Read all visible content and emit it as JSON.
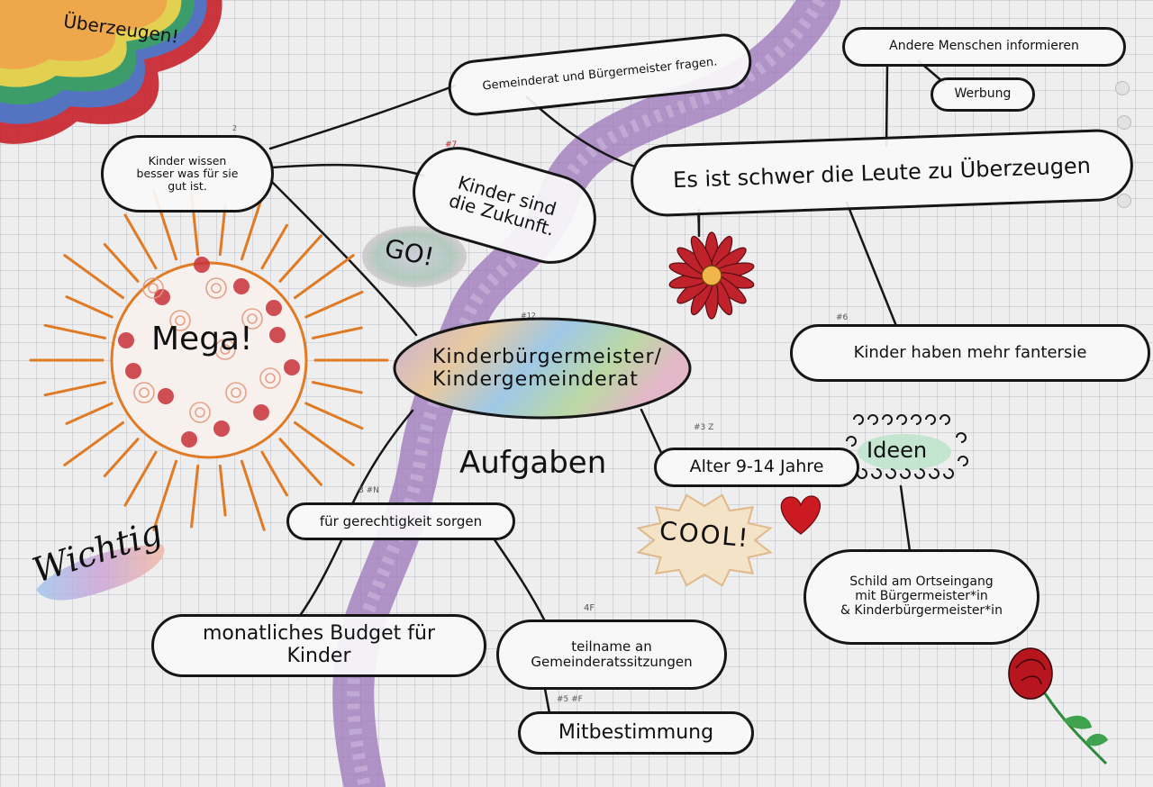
{
  "mindmap": {
    "central": "Kinderbürgermeister/\nKindergemeinderat",
    "nodes": {
      "gemeinderat_fragen": "Gemeinderat und Bürgermeister fragen.",
      "kinder_wissen": "Kinder wissen\nbesser was für sie\ngut ist.",
      "zukunft": "Kinder sind\ndie Zukunft.",
      "andere_informieren": "Andere Menschen informieren",
      "werbung": "Werbung",
      "schwer_ueberzeugen": "Es ist schwer die Leute zu Überzeugen",
      "fantasie": "Kinder haben mehr fantersie",
      "alter": "Alter 9-14 Jahre",
      "gerechtigkeit": "für gerechtigkeit sorgen",
      "budget": "monatliches Budget für Kinder",
      "teilnahme": "teilname an\nGemeinderatssitzungen",
      "mitbestimmung": "Mitbestimmung",
      "schild": "Schild am Ortseingang\nmit Bürgermeister*in\n& Kinderbürgermeister*in"
    },
    "labels": {
      "ueberzeugen": "Überzeugen!",
      "mega": "Mega!",
      "go": "GO!",
      "aufgaben": "Aufgaben",
      "cool": "COOL!",
      "ideen": "Ideen",
      "wichtig": "Wichtig"
    },
    "marks": {
      "m2": "2",
      "m7t": "#7",
      "m12": "#12",
      "m3z": "#3 Z",
      "m8n": "8 #N",
      "m4f": "4F",
      "m5f": "#5 #F",
      "m6": "#6"
    },
    "colors": {
      "ink": "#161616",
      "river": "#9b74b8",
      "sun_ray": "#e07a24",
      "sun_dot": "#c8323a",
      "flower": "#c0222b",
      "heart": "#cc1a22",
      "rose": "#b8161e",
      "stem": "#2e8a3a"
    }
  }
}
